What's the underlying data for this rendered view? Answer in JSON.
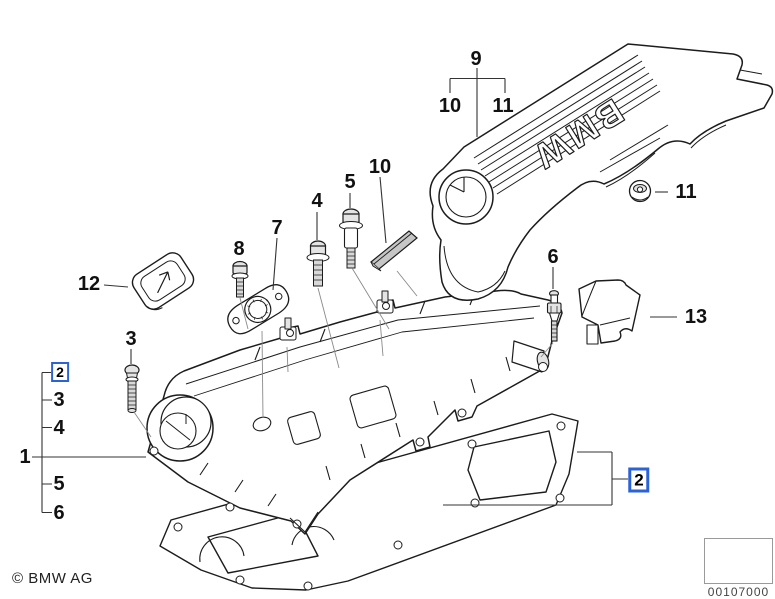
{
  "colors": {
    "line": "#1c1c1c",
    "leader": "#8a8a8a",
    "label": "#111111",
    "highlight_blue": "#2b62d6",
    "fill_light": "#e4e4e4",
    "fill_mid": "#c6c6c6"
  },
  "cover_logo": "BMW",
  "copyright": "© BMW AG",
  "diagram_code": "00107000",
  "nav": {
    "icon": "previous-diagram-arrow"
  },
  "callouts": {
    "c1": "1",
    "c2_left": "2",
    "c2_right": "2",
    "c3_left": "3",
    "c3_top": "3",
    "c4_left": "4",
    "c4_top": "4",
    "c5_left": "5",
    "c5_top": "5",
    "c6_left": "6",
    "c6_top": "6",
    "c7": "7",
    "c8": "8",
    "c9": "9",
    "c10_top": "10",
    "c10_left": "10",
    "c11_top": "11",
    "c11_right": "11",
    "c12": "12",
    "c13": "13"
  }
}
